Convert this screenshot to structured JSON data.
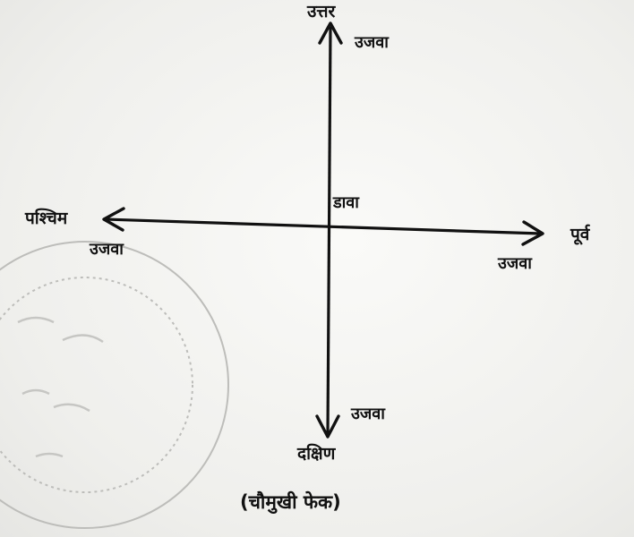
{
  "directions": {
    "north": "उत्तर",
    "south": "दक्षिण",
    "east": "पूर्व",
    "west": "पश्चिम"
  },
  "labels": {
    "north_ujwa": "उजवा",
    "south_ujwa": "उजवा",
    "east_ujwa": "उजवा",
    "west_ujwa": "उजवा",
    "center_dava": "डावा"
  },
  "caption": "(चौमुखी फेक)",
  "colors": {
    "ink": "#111111",
    "paper": "#f2f2f0",
    "stamp": "#b9b9b6"
  }
}
